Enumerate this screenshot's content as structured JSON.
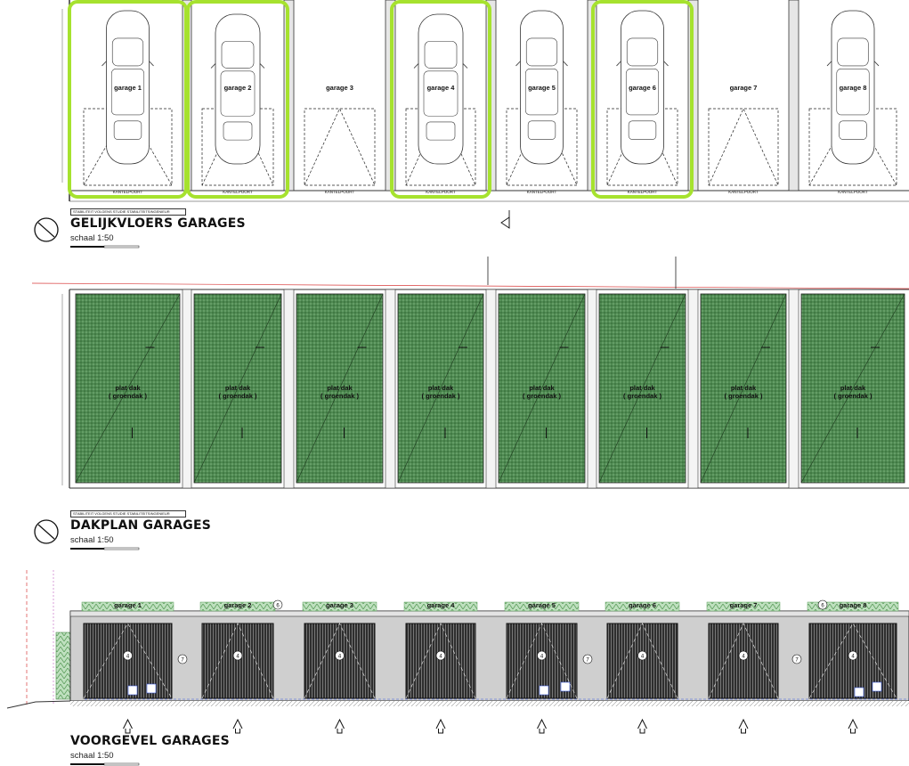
{
  "sections": {
    "ground": {
      "title": "GELIJKVLOERS GARAGES",
      "scale": "schaal 1:50",
      "note": "STABILITEIT VOLGENS STUDIE STABILITEITSINGENIEUR"
    },
    "roof": {
      "title": "DAKPLAN GARAGES",
      "scale": "schaal 1:50",
      "note": "STABILITEIT VOLGENS STUDIE STABILITEITSINGENIEUR"
    },
    "facade": {
      "title": "VOORGEVEL GARAGES",
      "scale": "schaal 1:50"
    }
  },
  "garages": [
    {
      "label": "garage 1",
      "door": "KANTELPOORT",
      "car": "top",
      "highlight": true
    },
    {
      "label": "garage 2",
      "door": "KANTELPOORT",
      "car": "bottom",
      "highlight": true
    },
    {
      "label": "garage 3",
      "door": "KANTELPOORT",
      "car": "none",
      "highlight": false
    },
    {
      "label": "garage 4",
      "door": "KANTELPOORT",
      "car": "bottom",
      "highlight": true
    },
    {
      "label": "garage 5",
      "door": "KANTELPOORT",
      "car": "top",
      "highlight": false
    },
    {
      "label": "garage 6",
      "door": "KANTELPOORT",
      "car": "top",
      "highlight": true
    },
    {
      "label": "garage 7",
      "door": "KANTELPOORT",
      "car": "none",
      "highlight": false
    },
    {
      "label": "garage 8",
      "door": "KANTELPOORT",
      "car": "top",
      "highlight": false
    }
  ],
  "roof_label": {
    "line1": "plat dak",
    "line2": "( groendak )"
  },
  "markers": {
    "door": "4",
    "wall": "7",
    "top": "6"
  },
  "colors": {
    "highlight": "#a6e22e",
    "roof": "#5a8a5a",
    "facade": "#cfcfcf",
    "door": "#3a3a3a",
    "hedge": "#8cc08c"
  }
}
